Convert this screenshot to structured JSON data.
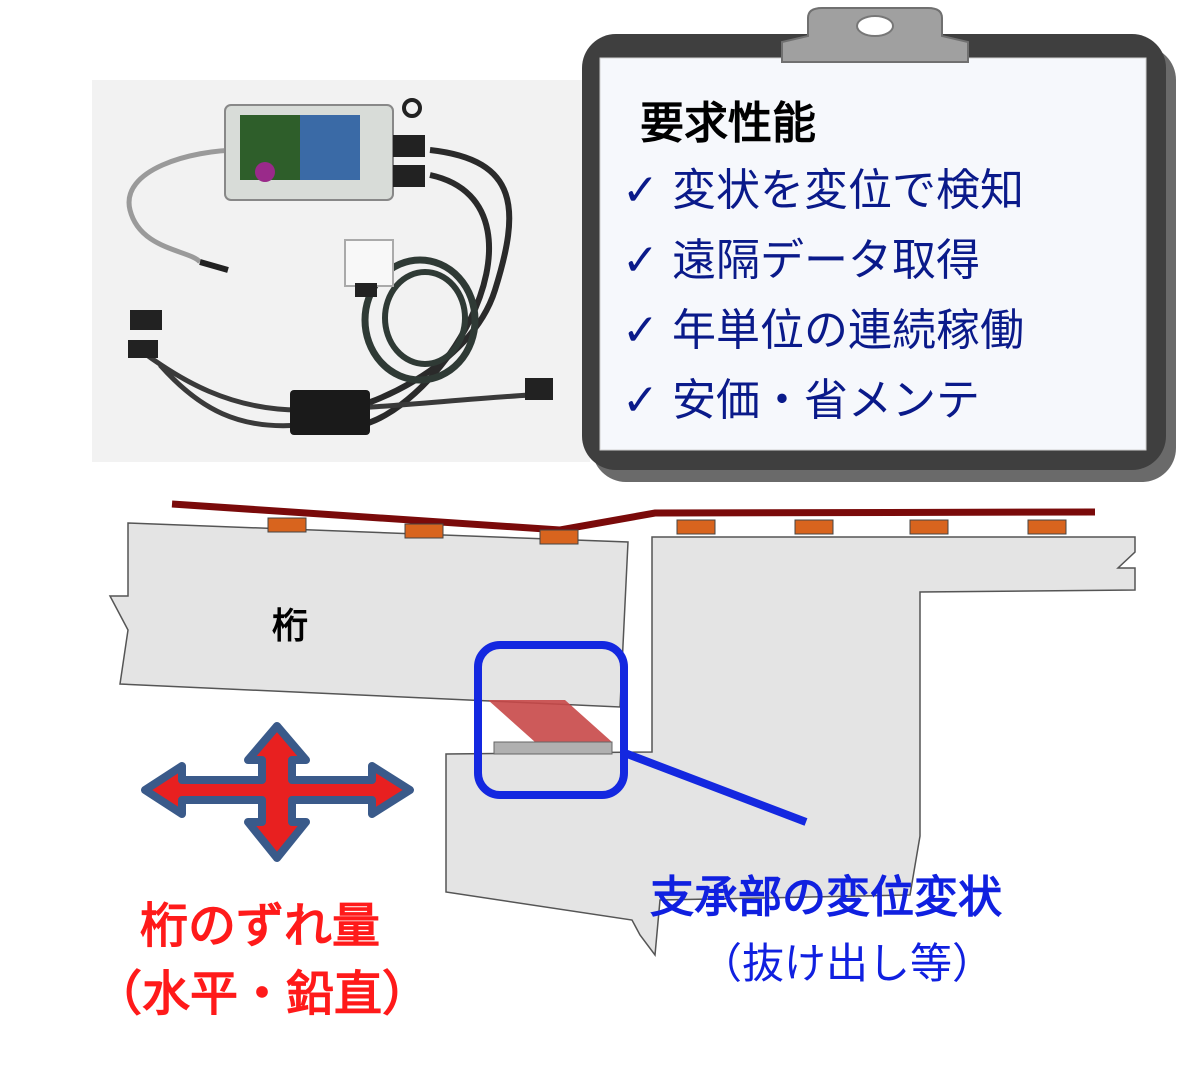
{
  "clipboard": {
    "title": "要求性能",
    "check_mark": "✓",
    "items": [
      "変状を変位で検知",
      "遠隔データ取得",
      "年単位の連続稼働",
      "安価・省メンテ"
    ]
  },
  "diagram": {
    "girder_label": "桁",
    "girder_shift_label_line1": "桁のずれ量",
    "girder_shift_label_line2": "（水平・鉛直）",
    "bearing_label_line1": "支承部の変位変状",
    "bearing_label_line2": "（抜け出し等）"
  },
  "colors": {
    "checklist_text": "#0a1a8a",
    "red_label": "#ff1a1a",
    "blue_label": "#1020e0",
    "arrow_fill": "#e82020",
    "arrow_stroke": "#3a5a8a",
    "highlight_box": "#1428e0",
    "rail": "#7a0a0a",
    "pads": "#d8641e",
    "bearing_plate": "#c84848",
    "concrete": "#e4e4e4"
  },
  "icons": {
    "device_photo": "sensor-device-photo",
    "clipboard": "clipboard-icon",
    "arrow": "four-way-arrow-icon"
  }
}
